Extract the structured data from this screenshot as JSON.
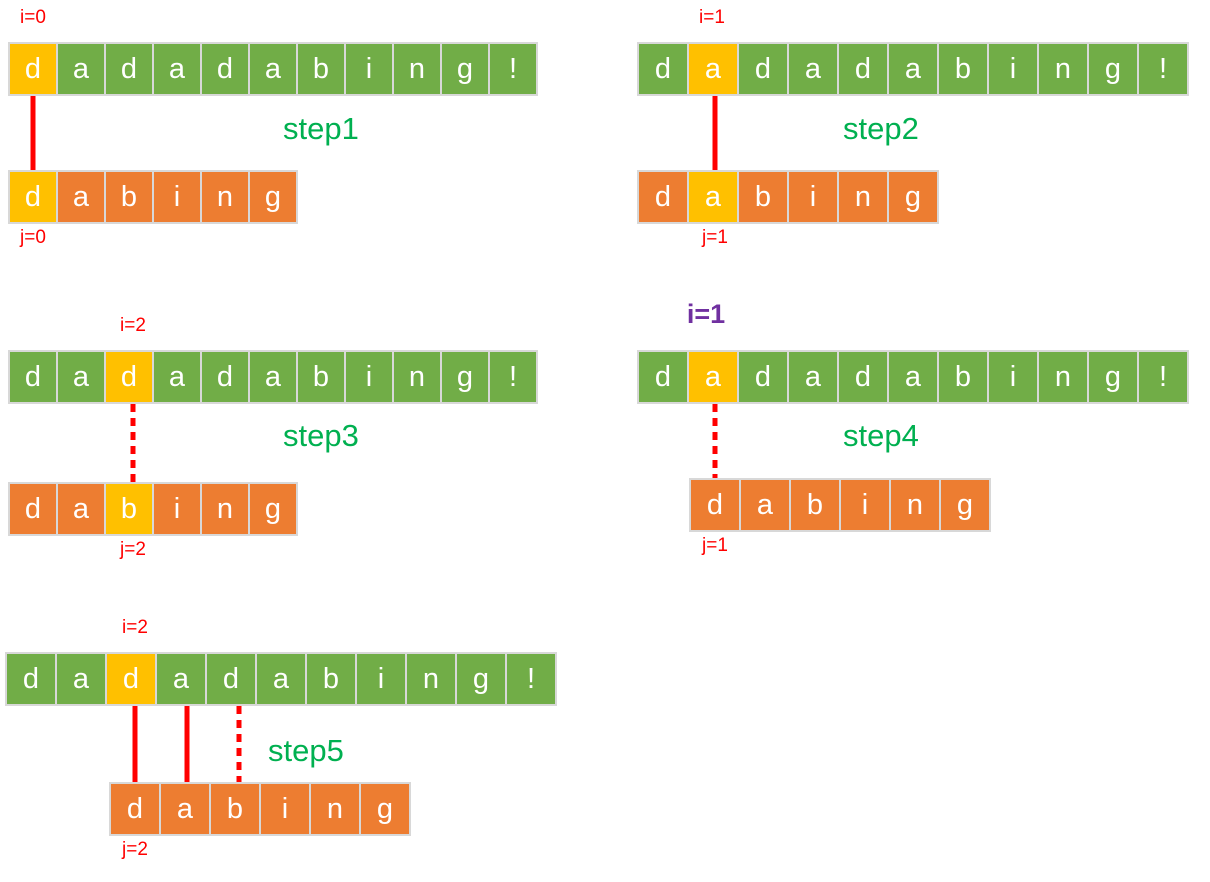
{
  "diagram": {
    "text_string": "dadadabing!",
    "pattern_string": "dabing"
  },
  "colors": {
    "text_cell_green": "#71ad47",
    "pattern_cell_orange": "#ed7d31",
    "highlight_yellow": "#ffc000",
    "index_label_red": "#ff0000",
    "index_label_purple": "#7030a0",
    "step_label_green": "#00b050",
    "connector_red": "#ff0000"
  },
  "panels": [
    {
      "step_label": "step1",
      "i_label": "i=0",
      "j_label": "j=0",
      "i_label_style": "red",
      "text_cells": [
        "d",
        "a",
        "d",
        "a",
        "d",
        "a",
        "b",
        "i",
        "n",
        "g",
        "!"
      ],
      "pattern_cells": [
        "d",
        "a",
        "b",
        "i",
        "n",
        "g"
      ],
      "text_highlight": 0,
      "pattern_highlight": 0,
      "comparisons": [
        {
          "style": "solid"
        }
      ]
    },
    {
      "step_label": "step2",
      "i_label": "i=1",
      "j_label": "j=1",
      "i_label_style": "red",
      "text_cells": [
        "d",
        "a",
        "d",
        "a",
        "d",
        "a",
        "b",
        "i",
        "n",
        "g",
        "!"
      ],
      "pattern_cells": [
        "d",
        "a",
        "b",
        "i",
        "n",
        "g"
      ],
      "text_highlight": 1,
      "pattern_highlight": 1,
      "comparisons": [
        {
          "style": "solid"
        }
      ]
    },
    {
      "step_label": "step3",
      "i_label": "i=2",
      "j_label": "j=2",
      "i_label_style": "red",
      "text_cells": [
        "d",
        "a",
        "d",
        "a",
        "d",
        "a",
        "b",
        "i",
        "n",
        "g",
        "!"
      ],
      "pattern_cells": [
        "d",
        "a",
        "b",
        "i",
        "n",
        "g"
      ],
      "text_highlight": 2,
      "pattern_highlight": 2,
      "comparisons": [
        {
          "style": "dashed"
        }
      ]
    },
    {
      "step_label": "step4",
      "i_label": "i=1",
      "j_label": "j=1",
      "i_label_style": "purple-bold",
      "text_cells": [
        "d",
        "a",
        "d",
        "a",
        "d",
        "a",
        "b",
        "i",
        "n",
        "g",
        "!"
      ],
      "pattern_cells": [
        "d",
        "a",
        "b",
        "i",
        "n",
        "g"
      ],
      "text_highlight": 1,
      "pattern_highlight": null,
      "comparisons": [
        {
          "style": "dashed"
        }
      ]
    },
    {
      "step_label": "step5",
      "i_label": "i=2",
      "j_label": "j=2",
      "i_label_style": "red",
      "text_cells": [
        "d",
        "a",
        "d",
        "a",
        "d",
        "a",
        "b",
        "i",
        "n",
        "g",
        "!"
      ],
      "pattern_cells": [
        "d",
        "a",
        "b",
        "i",
        "n",
        "g"
      ],
      "text_highlight": 2,
      "pattern_highlight": null,
      "comparisons": [
        {
          "style": "solid"
        },
        {
          "style": "solid"
        },
        {
          "style": "dashed"
        }
      ]
    }
  ]
}
